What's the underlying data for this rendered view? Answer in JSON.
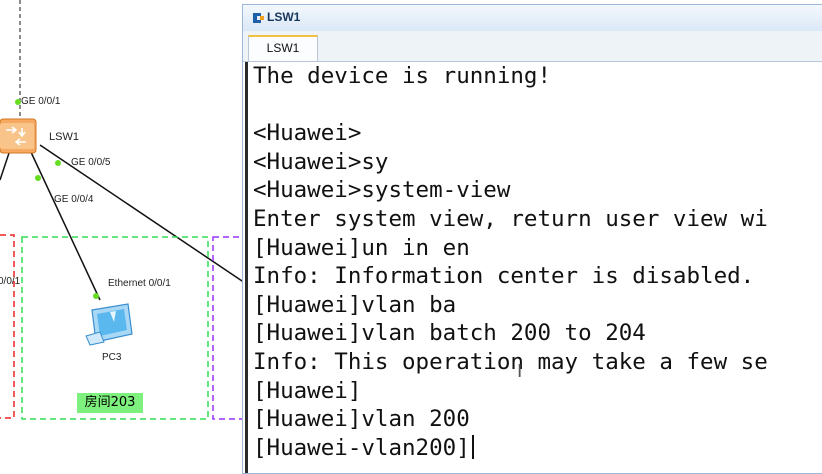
{
  "topology": {
    "switch": {
      "name": "LSW1",
      "icon": "switch-icon"
    },
    "ports": {
      "ge001": "GE 0/0/1",
      "ge005": "GE 0/0/5",
      "ge004": "GE 0/0/4",
      "pc_eth": "Ethernet 0/0/1",
      "cut_port": "0/0/1"
    },
    "pc": {
      "name": "PC3",
      "icon": "pc-icon"
    },
    "room_label": "房间203",
    "colors": {
      "room_green": "#33dd55",
      "room_purple": "#9933ff",
      "room_red": "#ee2222",
      "link_dot": "#66dd22",
      "room_label_bg": "#7df07d"
    }
  },
  "console": {
    "window_title": "LSW1",
    "tab_label": "LSW1",
    "lines": [
      "The device is running!",
      "",
      "<Huawei>",
      "<Huawei>sy",
      "<Huawei>system-view",
      "Enter system view, return user view wi",
      "[Huawei]un in en",
      "Info: Information center is disabled.",
      "[Huawei]vlan ba",
      "[Huawei]vlan batch 200 to 204",
      "Info: This operation may take a few se",
      "[Huawei]",
      "[Huawei]vlan 200",
      "[Huawei-vlan200]"
    ]
  }
}
